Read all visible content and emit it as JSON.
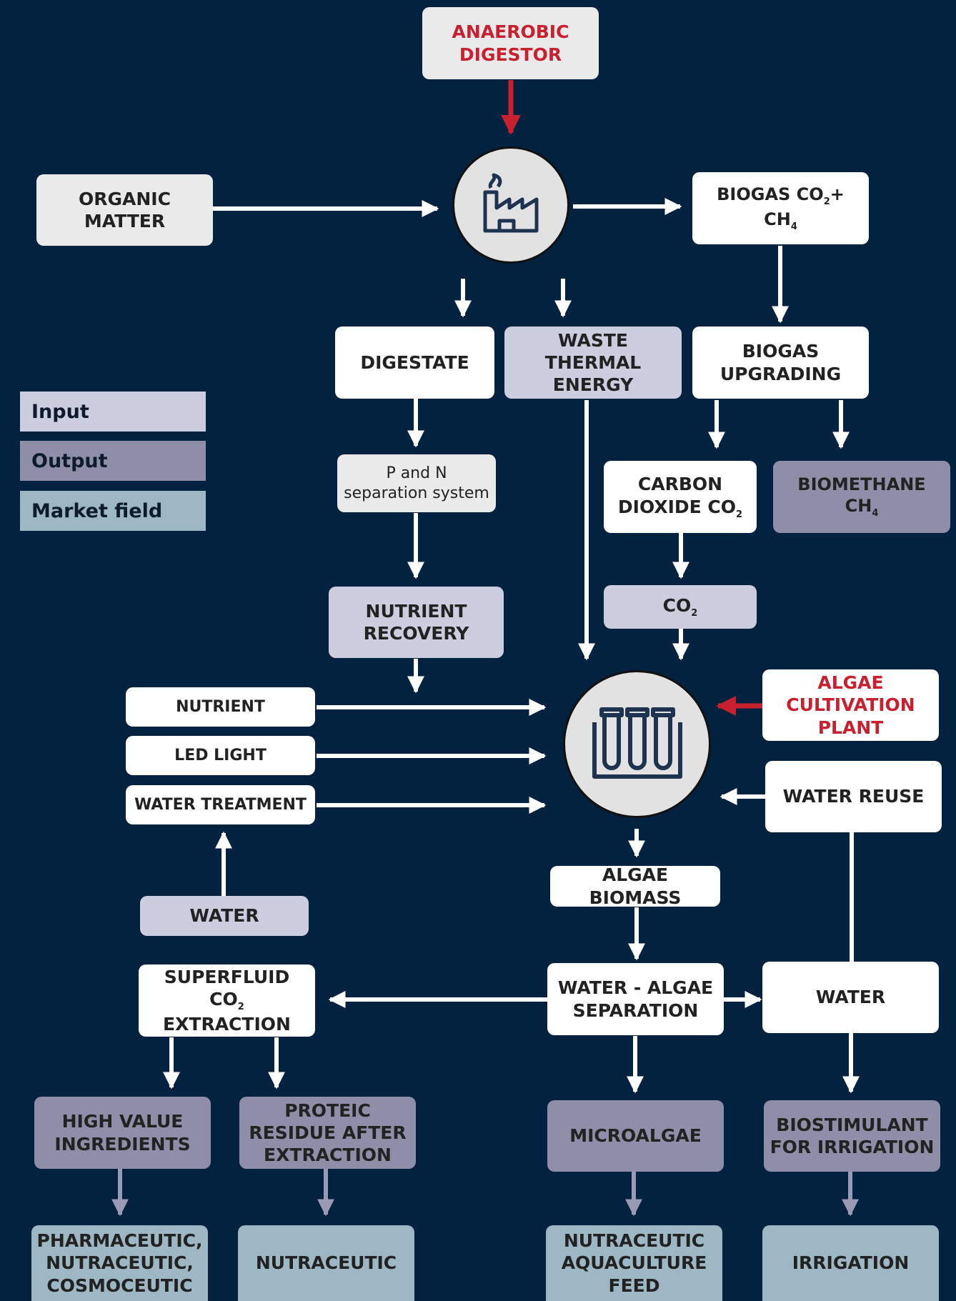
{
  "legend": {
    "input": "Input",
    "output": "Output",
    "market": "Market field"
  },
  "colors": {
    "background": "#03223f",
    "input": "#cdcde0",
    "output": "#8e8ea8",
    "market": "#9db7c4",
    "accent": "#c8202f"
  },
  "icons": {
    "digestor": "factory-icon",
    "cultivation": "test-tubes-icon"
  },
  "nodes": {
    "anaerobic_digestor": "ANAEROBIC DIGESTOR",
    "organic_matter": "ORGANIC MATTER",
    "biogas_prefix": "BIOGAS CO",
    "biogas_mid": "+ CH",
    "digestate": "DIGESTATE",
    "waste_thermal": "WASTE THERMAL ENERGY",
    "biogas_upgrading": "BIOGAS UPGRADING",
    "pn_separation": "P and N separation system",
    "carbon_dioxide": "CARBON DIOXIDE CO",
    "biomethane": "BIOMETHANE CH",
    "nutrient_recovery": "NUTRIENT RECOVERY",
    "co2": "CO",
    "nutrient": "NUTRIENT",
    "led_light": "LED LIGHT",
    "water_treatment": "WATER TREATMENT",
    "algae_plant": "ALGAE CULTIVATION PLANT",
    "water_reuse": "WATER REUSE",
    "water_input": "WATER",
    "algae_biomass": "ALGAE BIOMASS",
    "superfluid_line1": "SUPERFLUID",
    "superfluid_co": "CO",
    "superfluid_rest": " EXTRACTION",
    "water_algae_separation": "WATER - ALGAE SEPARATION",
    "water_output": "WATER",
    "high_value": "HIGH VALUE INGREDIENTS",
    "proteic_residue": "PROTEIC RESIDUE AFTER EXTRACTION",
    "microalgae": "MICROALGAE",
    "biostimulant": "BIOSTIMULANT FOR IRRIGATION",
    "pharmaceutic": "PHARMACEUTIC, NUTRACEUTIC, COSMOCEUTIC",
    "nutraceutic": "NUTRACEUTIC",
    "nutraceutic_aquaculture": "NUTRACEUTIC AQUACULTURE FEED",
    "irrigation": "IRRIGATION"
  },
  "subscripts": {
    "two": "2",
    "four": "4"
  }
}
